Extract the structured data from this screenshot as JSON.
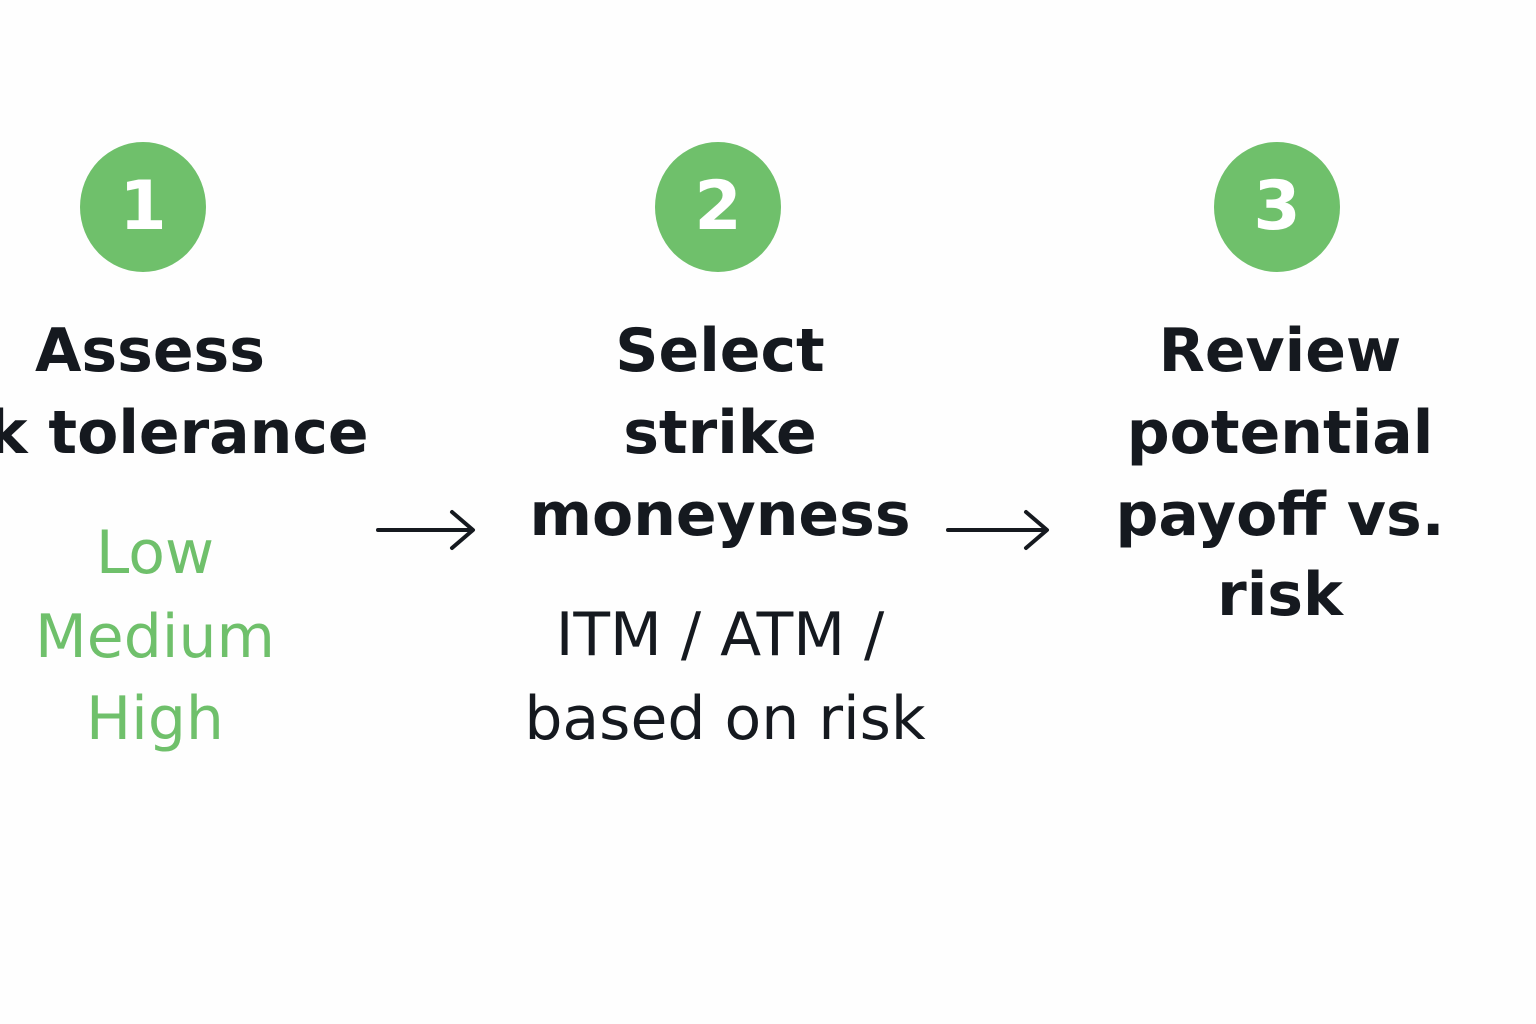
{
  "colors": {
    "accent": "#6fc06b",
    "text": "#15191f",
    "background": "#fefefe"
  },
  "steps": [
    {
      "number": "1",
      "title_lines": [
        "Assess",
        "isk tolerance"
      ],
      "options": [
        "Low",
        "Medium",
        "High"
      ]
    },
    {
      "number": "2",
      "title_lines": [
        "Select",
        "strike",
        "moneyness"
      ],
      "detail_lines": [
        "ITM / ATM /",
        "based on risk"
      ]
    },
    {
      "number": "3",
      "title_lines": [
        "Review",
        "potential",
        "payoff vs.",
        "risk"
      ]
    }
  ],
  "connectors": [
    "arrow-right-icon",
    "arrow-right-icon"
  ]
}
